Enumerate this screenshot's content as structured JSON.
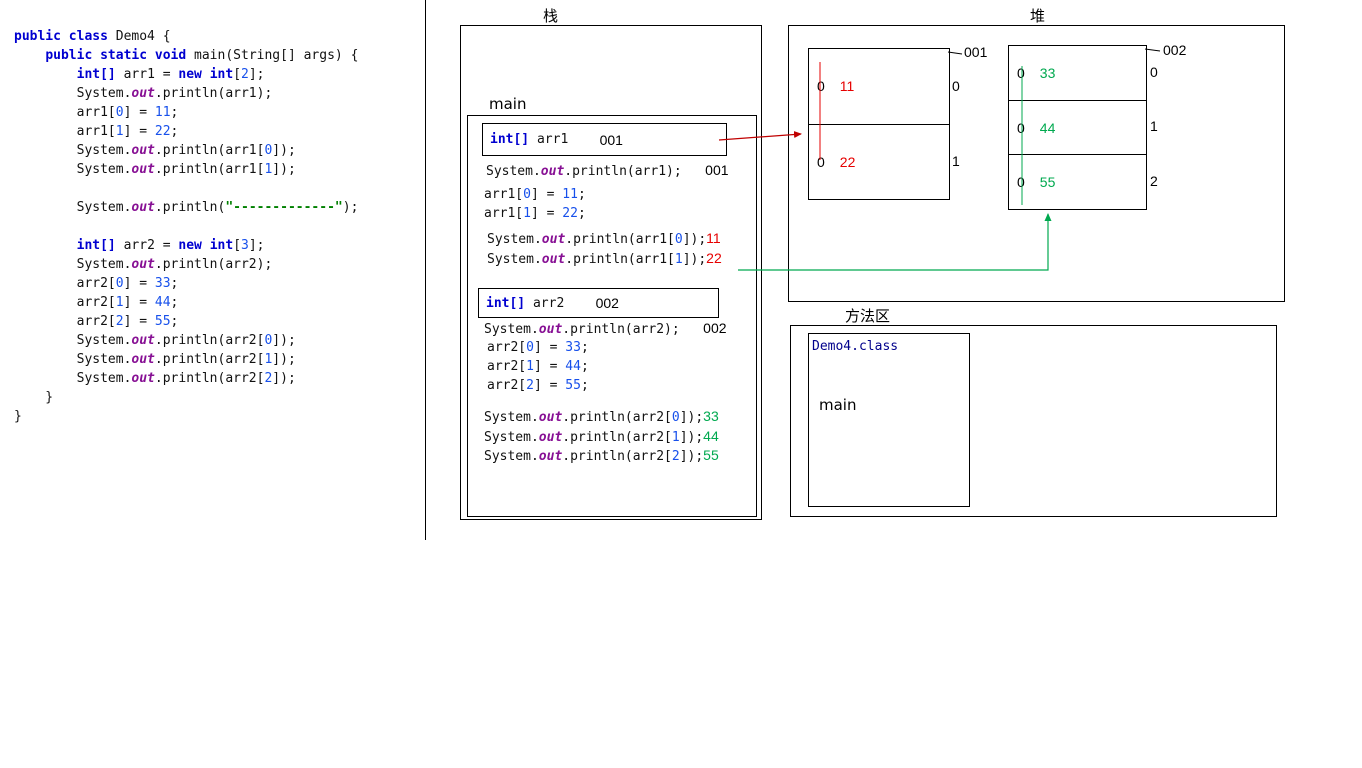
{
  "labels": {
    "stack": "栈",
    "heap": "堆",
    "method_area": "方法区",
    "main_frame": "main"
  },
  "colors": {
    "keyword": "#0000d0",
    "number": "#1750eb",
    "field": "#871094",
    "string": "#008000",
    "red": "#e60000",
    "green": "#00a94f",
    "reference_arrow": "#c00000",
    "box_border": "#000000"
  },
  "code": {
    "lines": [
      [
        {
          "t": "public class",
          "c": "kw"
        },
        {
          "t": " Demo4 {",
          "c": "pl"
        }
      ],
      [
        {
          "t": "    ",
          "c": "pl"
        },
        {
          "t": "public static void",
          "c": "kw"
        },
        {
          "t": " main(String[] args) {",
          "c": "pl"
        }
      ],
      [
        {
          "t": "        ",
          "c": "pl"
        },
        {
          "t": "int[]",
          "c": "kw"
        },
        {
          "t": " arr1 = ",
          "c": "pl"
        },
        {
          "t": "new int",
          "c": "kw"
        },
        {
          "t": "[",
          "c": "pl"
        },
        {
          "t": "2",
          "c": "num"
        },
        {
          "t": "];",
          "c": "pl"
        }
      ],
      [
        {
          "t": "        System.",
          "c": "pl"
        },
        {
          "t": "out",
          "c": "fld"
        },
        {
          "t": ".println(arr1);",
          "c": "pl"
        }
      ],
      [
        {
          "t": "        arr1[",
          "c": "pl"
        },
        {
          "t": "0",
          "c": "num"
        },
        {
          "t": "] = ",
          "c": "pl"
        },
        {
          "t": "11",
          "c": "num"
        },
        {
          "t": ";",
          "c": "pl"
        }
      ],
      [
        {
          "t": "        arr1[",
          "c": "pl"
        },
        {
          "t": "1",
          "c": "num"
        },
        {
          "t": "] = ",
          "c": "pl"
        },
        {
          "t": "22",
          "c": "num"
        },
        {
          "t": ";",
          "c": "pl"
        }
      ],
      [
        {
          "t": "        System.",
          "c": "pl"
        },
        {
          "t": "out",
          "c": "fld"
        },
        {
          "t": ".println(arr1[",
          "c": "pl"
        },
        {
          "t": "0",
          "c": "num"
        },
        {
          "t": "]);",
          "c": "pl"
        }
      ],
      [
        {
          "t": "        System.",
          "c": "pl"
        },
        {
          "t": "out",
          "c": "fld"
        },
        {
          "t": ".println(arr1[",
          "c": "pl"
        },
        {
          "t": "1",
          "c": "num"
        },
        {
          "t": "]);",
          "c": "pl"
        }
      ],
      [],
      [
        {
          "t": "        System.",
          "c": "pl"
        },
        {
          "t": "out",
          "c": "fld"
        },
        {
          "t": ".println(",
          "c": "pl"
        },
        {
          "t": "\"-------------\"",
          "c": "str"
        },
        {
          "t": ");",
          "c": "pl"
        }
      ],
      [],
      [
        {
          "t": "        ",
          "c": "pl"
        },
        {
          "t": "int[]",
          "c": "kw"
        },
        {
          "t": " arr2 = ",
          "c": "pl"
        },
        {
          "t": "new int",
          "c": "kw"
        },
        {
          "t": "[",
          "c": "pl"
        },
        {
          "t": "3",
          "c": "num"
        },
        {
          "t": "];",
          "c": "pl"
        }
      ],
      [
        {
          "t": "        System.",
          "c": "pl"
        },
        {
          "t": "out",
          "c": "fld"
        },
        {
          "t": ".println(arr2);",
          "c": "pl"
        }
      ],
      [
        {
          "t": "        arr2[",
          "c": "pl"
        },
        {
          "t": "0",
          "c": "num"
        },
        {
          "t": "] = ",
          "c": "pl"
        },
        {
          "t": "33",
          "c": "num"
        },
        {
          "t": ";",
          "c": "pl"
        }
      ],
      [
        {
          "t": "        arr2[",
          "c": "pl"
        },
        {
          "t": "1",
          "c": "num"
        },
        {
          "t": "] = ",
          "c": "pl"
        },
        {
          "t": "44",
          "c": "num"
        },
        {
          "t": ";",
          "c": "pl"
        }
      ],
      [
        {
          "t": "        arr2[",
          "c": "pl"
        },
        {
          "t": "2",
          "c": "num"
        },
        {
          "t": "] = ",
          "c": "pl"
        },
        {
          "t": "55",
          "c": "num"
        },
        {
          "t": ";",
          "c": "pl"
        }
      ],
      [
        {
          "t": "        System.",
          "c": "pl"
        },
        {
          "t": "out",
          "c": "fld"
        },
        {
          "t": ".println(arr2[",
          "c": "pl"
        },
        {
          "t": "0",
          "c": "num"
        },
        {
          "t": "]);",
          "c": "pl"
        }
      ],
      [
        {
          "t": "        System.",
          "c": "pl"
        },
        {
          "t": "out",
          "c": "fld"
        },
        {
          "t": ".println(arr2[",
          "c": "pl"
        },
        {
          "t": "1",
          "c": "num"
        },
        {
          "t": "]);",
          "c": "pl"
        }
      ],
      [
        {
          "t": "        System.",
          "c": "pl"
        },
        {
          "t": "out",
          "c": "fld"
        },
        {
          "t": ".println(arr2[",
          "c": "pl"
        },
        {
          "t": "2",
          "c": "num"
        },
        {
          "t": "]);",
          "c": "pl"
        }
      ],
      [
        {
          "t": "    }",
          "c": "pl"
        }
      ],
      [
        {
          "t": "}",
          "c": "pl"
        }
      ]
    ]
  },
  "stack": {
    "var1": [
      {
        "t": "int[]",
        "c": "kw"
      },
      {
        "t": " arr1    ",
        "c": "pl"
      },
      {
        "t": "001",
        "c": "res"
      }
    ],
    "var2": [
      {
        "t": "int[]",
        "c": "kw"
      },
      {
        "t": " arr2    ",
        "c": "pl"
      },
      {
        "t": "002",
        "c": "res"
      }
    ],
    "group1": [
      [
        {
          "t": "System.",
          "c": "pl"
        },
        {
          "t": "out",
          "c": "fld"
        },
        {
          "t": ".println(arr1);",
          "c": "pl"
        },
        {
          "t": "   ",
          "c": "pl"
        },
        {
          "t": "001",
          "c": "res"
        }
      ],
      [
        {
          "t": "arr1[",
          "c": "pl"
        },
        {
          "t": "0",
          "c": "num"
        },
        {
          "t": "] = ",
          "c": "pl"
        },
        {
          "t": "11",
          "c": "num"
        },
        {
          "t": ";",
          "c": "pl"
        }
      ],
      [
        {
          "t": "arr1[",
          "c": "pl"
        },
        {
          "t": "1",
          "c": "num"
        },
        {
          "t": "] = ",
          "c": "pl"
        },
        {
          "t": "22",
          "c": "num"
        },
        {
          "t": ";",
          "c": "pl"
        }
      ],
      [
        {
          "t": "System.",
          "c": "pl"
        },
        {
          "t": "out",
          "c": "fld"
        },
        {
          "t": ".println(arr1[",
          "c": "pl"
        },
        {
          "t": "0",
          "c": "num"
        },
        {
          "t": "]);",
          "c": "pl"
        },
        {
          "t": "11",
          "c": "red"
        }
      ],
      [
        {
          "t": "System.",
          "c": "pl"
        },
        {
          "t": "out",
          "c": "fld"
        },
        {
          "t": ".println(arr1[",
          "c": "pl"
        },
        {
          "t": "1",
          "c": "num"
        },
        {
          "t": "]);",
          "c": "pl"
        },
        {
          "t": "22",
          "c": "red"
        }
      ]
    ],
    "group2": [
      [
        {
          "t": "System.",
          "c": "pl"
        },
        {
          "t": "out",
          "c": "fld"
        },
        {
          "t": ".println(arr2);",
          "c": "pl"
        },
        {
          "t": "   ",
          "c": "pl"
        },
        {
          "t": "002",
          "c": "res"
        }
      ],
      [
        {
          "t": "arr2[",
          "c": "pl"
        },
        {
          "t": "0",
          "c": "num"
        },
        {
          "t": "] = ",
          "c": "pl"
        },
        {
          "t": "33",
          "c": "num"
        },
        {
          "t": ";",
          "c": "pl"
        }
      ],
      [
        {
          "t": "arr2[",
          "c": "pl"
        },
        {
          "t": "1",
          "c": "num"
        },
        {
          "t": "] = ",
          "c": "pl"
        },
        {
          "t": "44",
          "c": "num"
        },
        {
          "t": ";",
          "c": "pl"
        }
      ],
      [
        {
          "t": "arr2[",
          "c": "pl"
        },
        {
          "t": "2",
          "c": "num"
        },
        {
          "t": "] = ",
          "c": "pl"
        },
        {
          "t": "55",
          "c": "num"
        },
        {
          "t": ";",
          "c": "pl"
        }
      ],
      [
        {
          "t": "System.",
          "c": "pl"
        },
        {
          "t": "out",
          "c": "fld"
        },
        {
          "t": ".println(arr2[",
          "c": "pl"
        },
        {
          "t": "0",
          "c": "num"
        },
        {
          "t": "]);",
          "c": "pl"
        },
        {
          "t": "33",
          "c": "grn"
        }
      ],
      [
        {
          "t": "System.",
          "c": "pl"
        },
        {
          "t": "out",
          "c": "fld"
        },
        {
          "t": ".println(arr2[",
          "c": "pl"
        },
        {
          "t": "1",
          "c": "num"
        },
        {
          "t": "]);",
          "c": "pl"
        },
        {
          "t": "44",
          "c": "grn"
        }
      ],
      [
        {
          "t": "System.",
          "c": "pl"
        },
        {
          "t": "out",
          "c": "fld"
        },
        {
          "t": ".println(arr2[",
          "c": "pl"
        },
        {
          "t": "2",
          "c": "num"
        },
        {
          "t": "]);",
          "c": "pl"
        },
        {
          "t": "55",
          "c": "grn"
        }
      ]
    ]
  },
  "heap": {
    "arrays": [
      {
        "ref": "001",
        "accent": "red",
        "cells": [
          {
            "zero": "0",
            "val": "11"
          },
          {
            "zero": "0",
            "val": "22"
          }
        ],
        "indices": [
          "0",
          "1"
        ]
      },
      {
        "ref": "002",
        "accent": "green",
        "cells": [
          {
            "zero": "0",
            "val": "33"
          },
          {
            "zero": "0",
            "val": "44"
          },
          {
            "zero": "0",
            "val": "55"
          }
        ],
        "indices": [
          "0",
          "1",
          "2"
        ]
      }
    ]
  },
  "method_area": {
    "class_name": "Demo4.class",
    "member": "main"
  }
}
